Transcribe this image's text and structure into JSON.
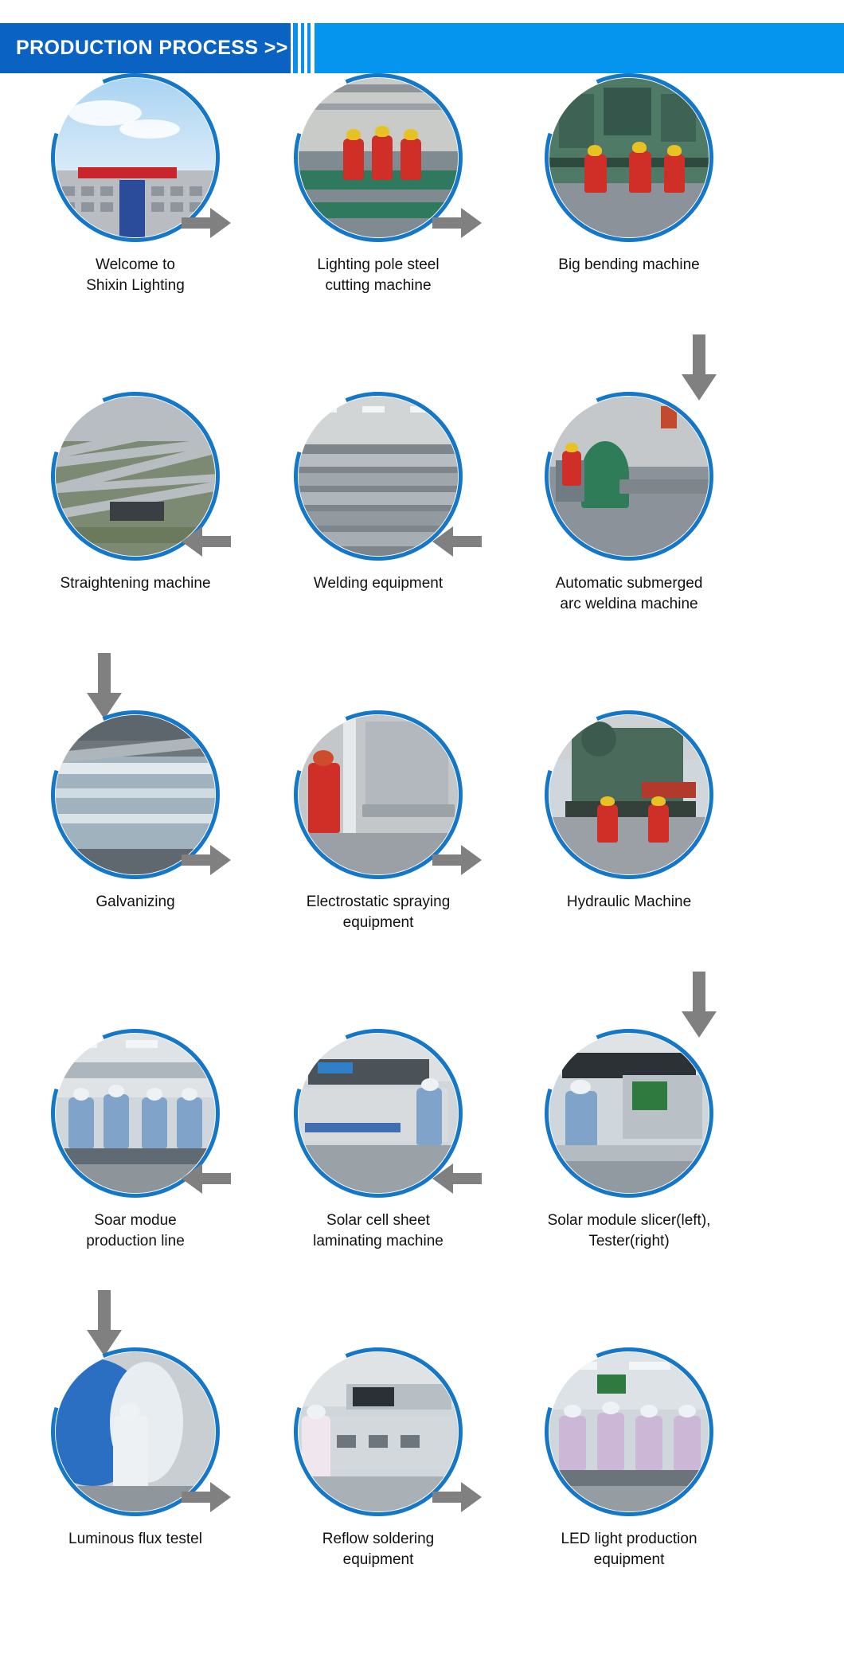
{
  "header": {
    "title": "PRODUCTION PROCESS >>",
    "bg_color": "#0a62c2",
    "accent_color": "#0595ef",
    "text_color": "#ffffff"
  },
  "theme": {
    "ring_color": "#1477c8",
    "arrow_color": "#808080",
    "caption_color": "#111111",
    "background": "#ffffff"
  },
  "flow": {
    "rows": [
      {
        "direction": "right",
        "steps": [
          {
            "caption": "Welcome to\nShixin Lighting",
            "image_name": "company-building-photo"
          },
          {
            "caption": "Lighting pole steel\ncutting machine",
            "image_name": "steel-cutting-machine-photo"
          },
          {
            "caption": "Big bending machine",
            "image_name": "big-bending-machine-photo"
          }
        ],
        "arrows": [
          "arrow-right",
          "arrow-right"
        ],
        "connector": "arrow-down-right"
      },
      {
        "direction": "left",
        "steps": [
          {
            "caption": "Straightening machine",
            "image_name": "straightening-machine-photo"
          },
          {
            "caption": "Welding equipment",
            "image_name": "welding-equipment-photo"
          },
          {
            "caption": "Automatic submerged\narc weldina machine",
            "image_name": "submerged-arc-welding-photo"
          }
        ],
        "arrows": [
          "arrow-left",
          "arrow-left"
        ],
        "connector": "arrow-down-left"
      },
      {
        "direction": "right",
        "steps": [
          {
            "caption": "Galvanizing",
            "image_name": "galvanizing-photo"
          },
          {
            "caption": "Electrostatic spraying\nequipment",
            "image_name": "electrostatic-spraying-photo"
          },
          {
            "caption": "Hydraulic Machine",
            "image_name": "hydraulic-machine-photo"
          }
        ],
        "arrows": [
          "arrow-right",
          "arrow-right"
        ],
        "connector": "arrow-down-right"
      },
      {
        "direction": "left",
        "steps": [
          {
            "caption": "Soar modue\nproduction line",
            "image_name": "solar-module-production-line-photo"
          },
          {
            "caption": "Solar cell sheet\nlaminating machine",
            "image_name": "solar-cell-laminating-photo"
          },
          {
            "caption": "Solar module slicer(left),\nTester(right)",
            "image_name": "solar-module-slicer-tester-photo"
          }
        ],
        "arrows": [
          "arrow-left",
          "arrow-left"
        ],
        "connector": "arrow-down-left"
      },
      {
        "direction": "right",
        "steps": [
          {
            "caption": "Luminous flux testel",
            "image_name": "luminous-flux-tester-photo"
          },
          {
            "caption": "Reflow soldering\nequipment",
            "image_name": "reflow-soldering-photo"
          },
          {
            "caption": "LED light production\nequipment",
            "image_name": "led-light-production-photo"
          }
        ],
        "arrows": [
          "arrow-right",
          "arrow-right"
        ],
        "connector": null
      }
    ]
  }
}
